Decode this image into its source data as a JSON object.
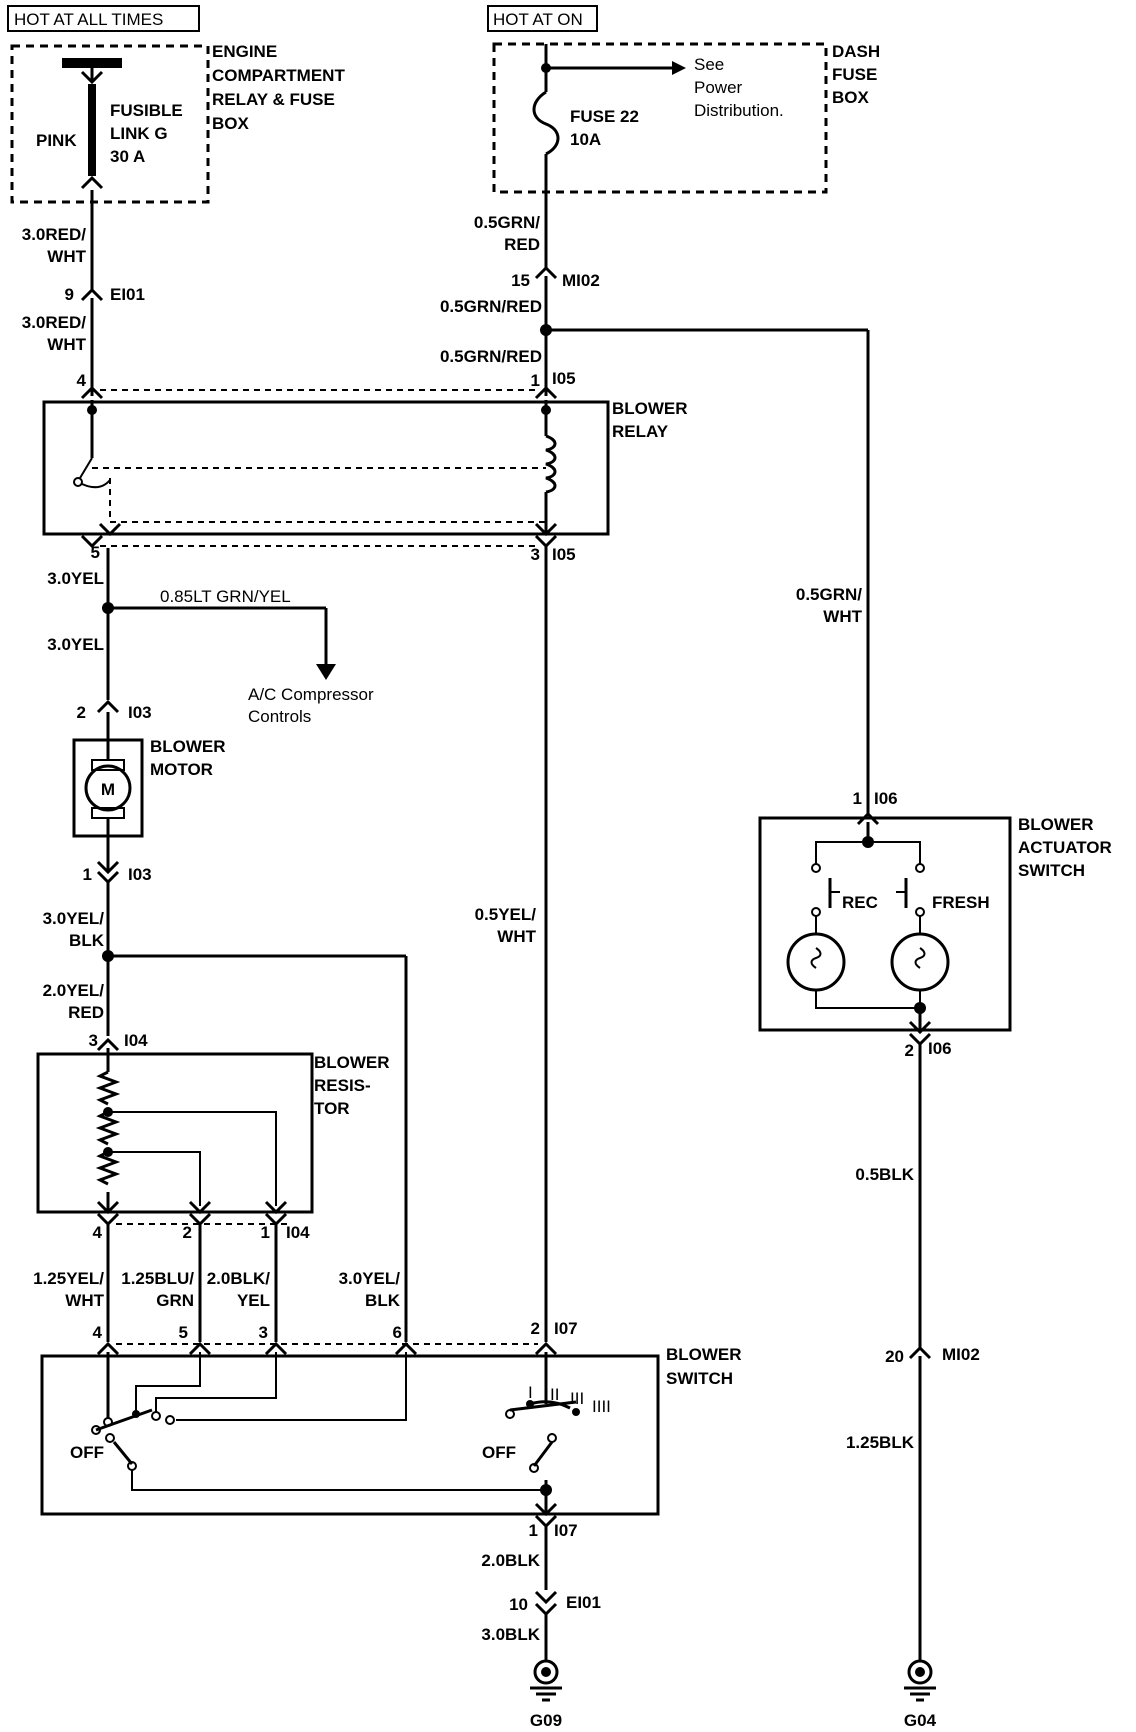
{
  "headers": {
    "hot_always": "HOT AT ALL TIMES",
    "hot_on": "HOT AT ON"
  },
  "components": {
    "engine_box": [
      "ENGINE",
      "COMPARTMENT",
      "RELAY & FUSE",
      "BOX"
    ],
    "fusible_link": [
      "FUSIBLE",
      "LINK G",
      "30 A"
    ],
    "pink": "PINK",
    "dash_box": [
      "DASH",
      "FUSE",
      "BOX"
    ],
    "fuse22": [
      "FUSE 22",
      "10A"
    ],
    "see_power": [
      "See",
      "Power",
      "Distribution."
    ],
    "blower_relay": [
      "BLOWER",
      "RELAY"
    ],
    "blower_motor": [
      "BLOWER",
      "MOTOR"
    ],
    "motor_symbol": "M",
    "blower_resistor": [
      "BLOWER",
      "RESIS-",
      "TOR"
    ],
    "blower_switch": [
      "BLOWER",
      "SWITCH"
    ],
    "actuator_switch": [
      "BLOWER",
      "ACTUATOR",
      "SWITCH"
    ],
    "ac_controls": [
      "A/C Compressor",
      "Controls"
    ],
    "rec": "REC",
    "fresh": "FRESH",
    "off1": "OFF",
    "off2": "OFF",
    "speeds": [
      "I",
      "II",
      "III",
      "IIII"
    ],
    "ground1": "G09",
    "ground2": "G04"
  },
  "wires": {
    "w1": [
      "3.0RED/",
      "WHT"
    ],
    "w2": [
      "3.0RED/",
      "WHT"
    ],
    "w3": [
      "0.5GRN/",
      "RED"
    ],
    "w4": "0.5GRN/RED",
    "w5": "0.5GRN/RED",
    "w6": "3.0YEL",
    "w7": "0.85LT GRN/YEL",
    "w8": "3.0YEL",
    "w9": [
      "3.0YEL/",
      "BLK"
    ],
    "w10": [
      "2.0YEL/",
      "RED"
    ],
    "w11": [
      "1.25YEL/",
      "WHT"
    ],
    "w12": [
      "1.25BLU/",
      "GRN"
    ],
    "w13": [
      "2.0BLK/",
      "YEL"
    ],
    "w14": [
      "3.0YEL/",
      "BLK"
    ],
    "w15": [
      "0.5YEL/",
      "WHT"
    ],
    "w16": [
      "0.5GRN/",
      "WHT"
    ],
    "w17": "0.5BLK",
    "w18": "1.25BLK",
    "w19": "2.0BLK",
    "w20": "3.0BLK"
  },
  "connectors": {
    "e101_top": {
      "pin": "9",
      "name": "EI01"
    },
    "m102_top": {
      "pin": "15",
      "name": "MI02"
    },
    "i05_top": {
      "pin_l": "4",
      "pin_r": "1",
      "name": "I05"
    },
    "i05_bot": {
      "pin_l": "5",
      "pin_r": "3",
      "name": "I05"
    },
    "i03_top": {
      "pin": "2",
      "name": "I03"
    },
    "i03_bot": {
      "pin": "1",
      "name": "I03"
    },
    "i04_top": {
      "pin": "3",
      "name": "I04"
    },
    "i04_bot": {
      "p1": "4",
      "p2": "2",
      "p3": "1",
      "name": "I04"
    },
    "i07_top": {
      "p1": "4",
      "p2": "5",
      "p3": "3",
      "p4": "6",
      "p5": "2",
      "name": "I07"
    },
    "i07_bot": {
      "pin": "1",
      "name": "I07"
    },
    "e101_bot": {
      "pin": "10",
      "name": "EI01"
    },
    "i06_top": {
      "pin": "1",
      "name": "I06"
    },
    "i06_bot": {
      "pin": "2",
      "name": "I06"
    },
    "m102_bot": {
      "pin": "20",
      "name": "MI02"
    }
  }
}
